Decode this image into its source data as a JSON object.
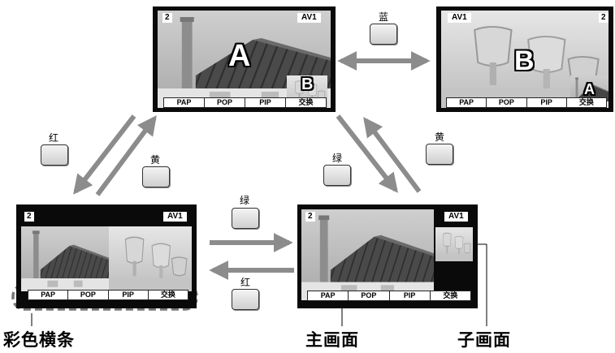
{
  "screens": {
    "top_center": {
      "channel": "2",
      "source": "AV1",
      "main_letter": "A",
      "sub_letter": "B"
    },
    "top_right": {
      "channel": "2",
      "source": "AV1",
      "main_letter": "B",
      "sub_letter": "A"
    },
    "bottom_left": {
      "channel": "2",
      "source": "AV1"
    },
    "bottom_right": {
      "channel": "2",
      "source": "AV1"
    }
  },
  "bar_items": [
    "PAP",
    "POP",
    "PIP",
    "交换"
  ],
  "buttons": {
    "blue": "蓝",
    "red_top": "红",
    "yellow_left": "黄",
    "green_right": "绿",
    "yellow_right": "黄",
    "green_bottom": "绿",
    "red_bottom": "红"
  },
  "captions": {
    "color_bar": "彩色横条",
    "main_picture": "主画面",
    "sub_picture": "子画面"
  },
  "colors": {
    "arrow": "#8c8c8c",
    "screen_border": "#0a0a0a"
  }
}
